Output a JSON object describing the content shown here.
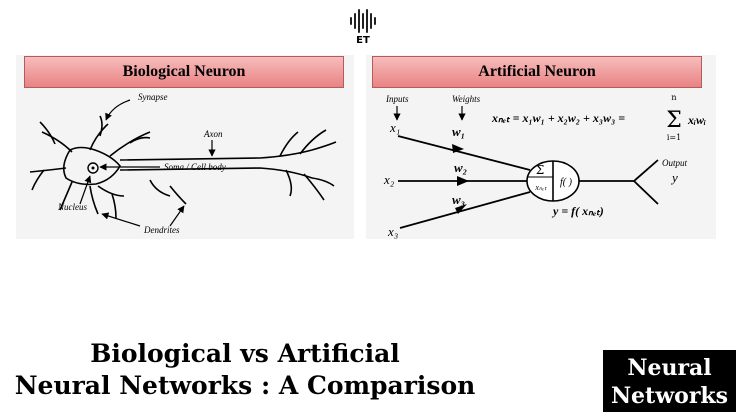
{
  "logo": {
    "icon": "soundwave-logo-icon",
    "text": "ET"
  },
  "biological": {
    "heading": "Biological Neuron",
    "labels": {
      "synapse": "Synapse",
      "axon": "Axon",
      "soma": "Soma / Cell body",
      "nucleus": "Nucleus",
      "dendrites": "Dendrites"
    }
  },
  "artificial": {
    "heading": "Artificial Neuron",
    "inputs_label": "Inputs",
    "weights_label": "Weights",
    "x1": "x₁",
    "x2": "x₂",
    "x3": "x₃",
    "w1": "w₁",
    "w2": "w₂",
    "w3": "w₃",
    "formula_net": "xₙₑₜ = x₁w₁ + x₂w₂ + x₃w₃ =",
    "sum_symbol": "Σ",
    "sum_top": "n",
    "sum_bottom": "i=1",
    "sum_term": "xᵢwᵢ",
    "node_sigma": "Σ",
    "node_xnet": "xₙₑₜ",
    "node_f": "f( )",
    "output_label": "Output",
    "output_var": "y",
    "output_formula": "y = f( xₙₑₜ)"
  },
  "title": {
    "line1": "Biological vs Artificial",
    "line2": "Neural Networks : A Comparison"
  },
  "badge": {
    "line1": "Neural",
    "line2": "Networks"
  }
}
